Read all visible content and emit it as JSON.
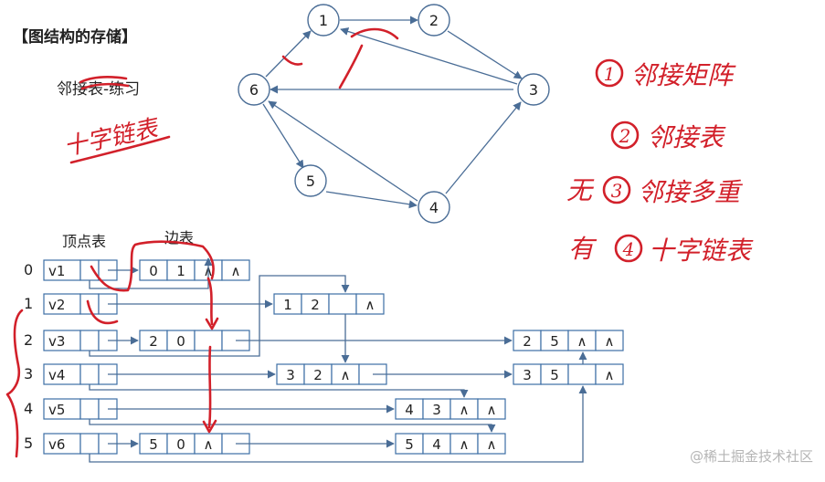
{
  "title": "【图结构的存储】",
  "subtitle": "邻接表-练习",
  "handwritten_title": "十字链表",
  "notes": [
    {
      "prefix": "",
      "num": "1",
      "text": "邻接矩阵"
    },
    {
      "prefix": "",
      "num": "2",
      "text": "邻接表"
    },
    {
      "prefix": "无",
      "num": "3",
      "text": "邻接多重"
    },
    {
      "prefix": "有",
      "num": "4",
      "text": "十字链表"
    }
  ],
  "graph": {
    "nodes": [
      "1",
      "2",
      "3",
      "4",
      "5",
      "6"
    ]
  },
  "table": {
    "vertex_header": "顶点表",
    "edge_header": "边表",
    "indices": [
      "0",
      "1",
      "2",
      "3",
      "4",
      "5"
    ],
    "vertices": [
      "v1",
      "v2",
      "v3",
      "v4",
      "v5",
      "v6"
    ]
  },
  "arc_nodes": [
    {
      "tail": "0",
      "head": "1",
      "l3": "∧",
      "l4": "∧"
    },
    {
      "tail": "1",
      "head": "2",
      "l3": "",
      "l4": "∧"
    },
    {
      "tail": "2",
      "head": "0",
      "l3": "",
      "l4": ""
    },
    {
      "tail": "2",
      "head": "5",
      "l3": "∧",
      "l4": "∧"
    },
    {
      "tail": "3",
      "head": "2",
      "l3": "∧",
      "l4": ""
    },
    {
      "tail": "3",
      "head": "5",
      "l3": "",
      "l4": "∧"
    },
    {
      "tail": "4",
      "head": "3",
      "l3": "∧",
      "l4": "∧"
    },
    {
      "tail": "5",
      "head": "0",
      "l3": "∧",
      "l4": ""
    },
    {
      "tail": "5",
      "head": "4",
      "l3": "∧",
      "l4": "∧"
    }
  ],
  "watermark": "@稀土掘金技术社区",
  "colors": {
    "ink": "#d2202a",
    "line": "#4a6d96",
    "box": "#3d6fa5"
  }
}
